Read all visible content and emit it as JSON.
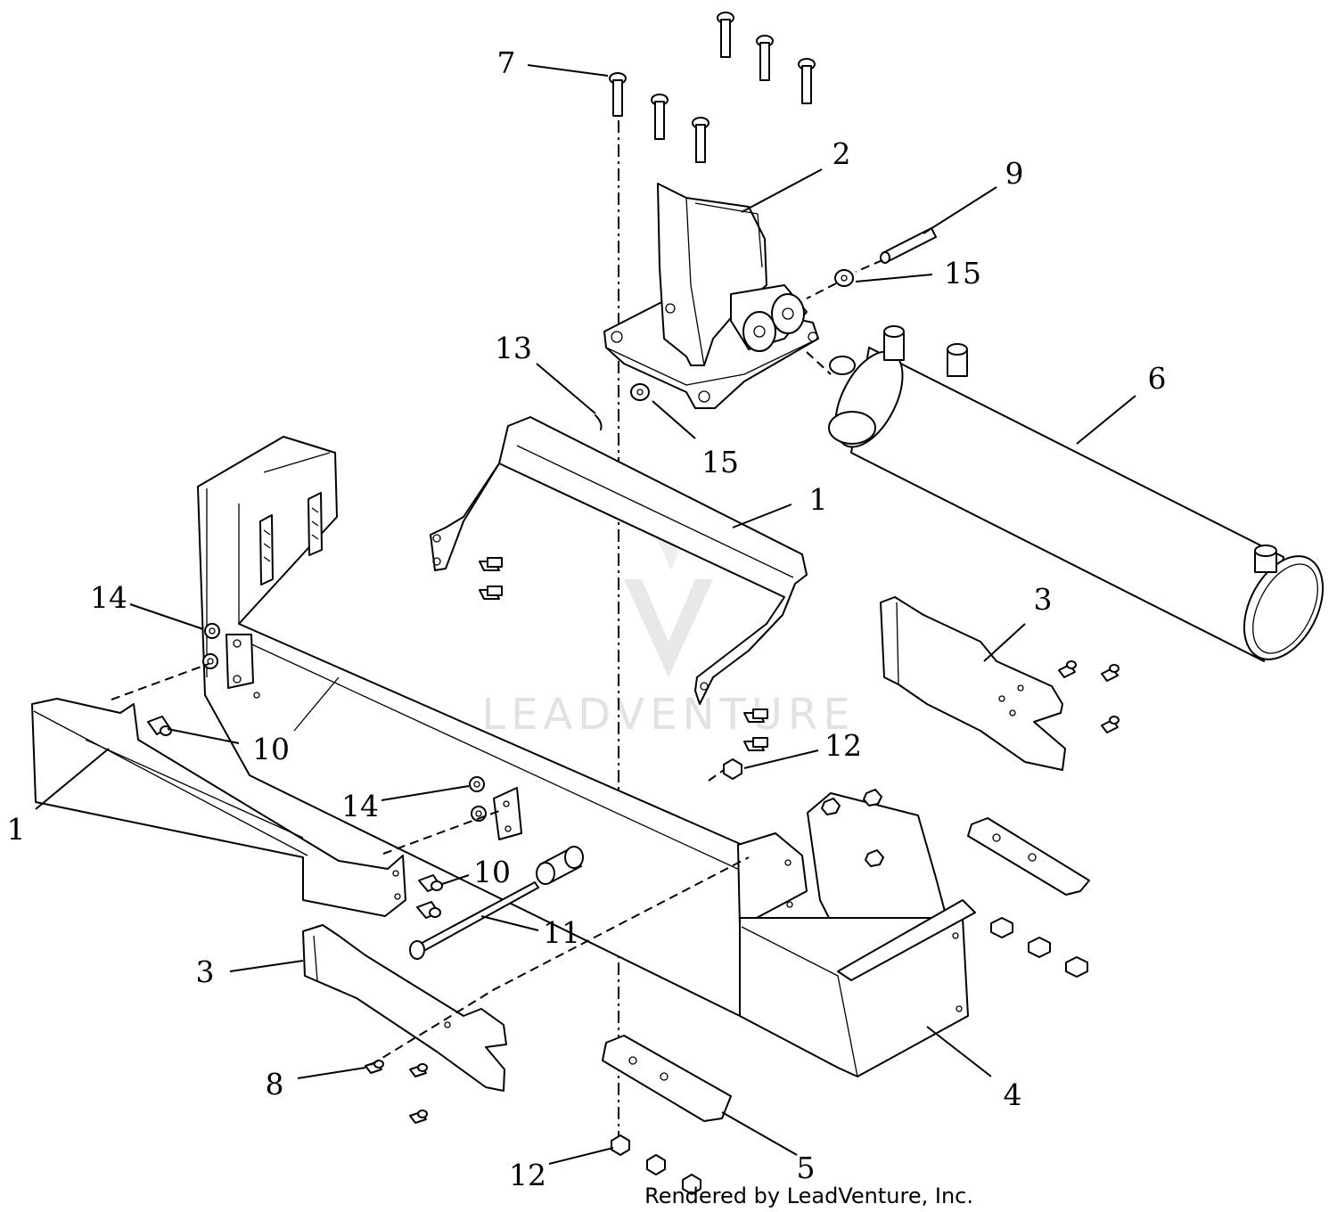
{
  "diagram": {
    "callouts": [
      "7",
      "2",
      "9",
      "15",
      "13",
      "15",
      "6",
      "1",
      "14",
      "3",
      "10",
      "1",
      "12",
      "14",
      "10",
      "11",
      "3",
      "8",
      "4",
      "5",
      "12"
    ],
    "credit": "Rendered by LeadVenture, Inc.",
    "watermark": "LEADVENTURE"
  }
}
